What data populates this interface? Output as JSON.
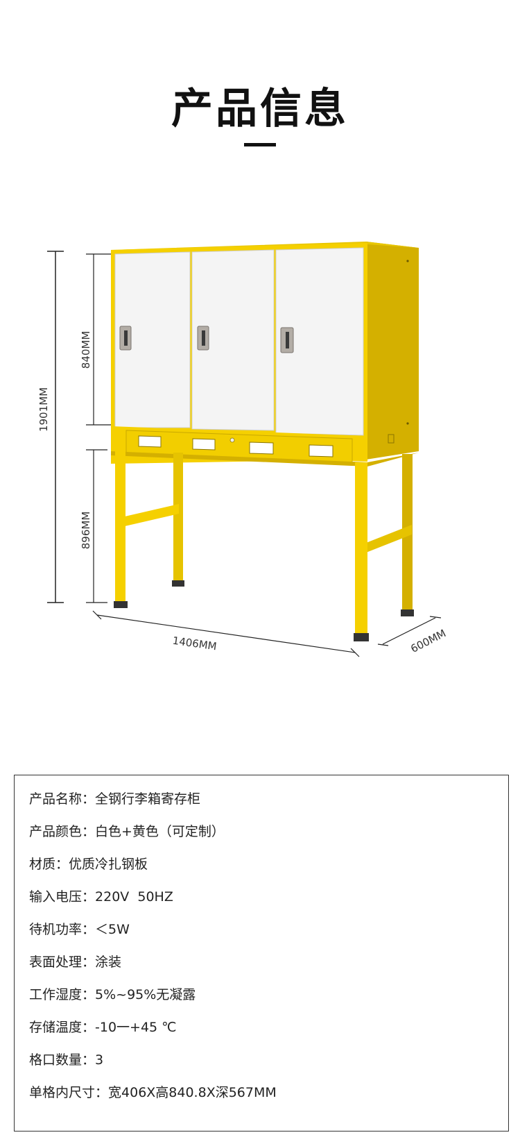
{
  "header": {
    "title": "产品信息"
  },
  "figure": {
    "dimensions": {
      "total_height": "1901MM",
      "cabinet_height": "840MM",
      "stand_height": "896MM",
      "width": "1406MM",
      "depth": "600MM"
    },
    "colors": {
      "frame_yellow": "#F5D000",
      "side_yellow": "#D4B000",
      "door_white": "#F4F4F4",
      "handle_gray": "#B3ADA6",
      "foot_black": "#333333"
    }
  },
  "specs": [
    {
      "label": "产品名称：",
      "value": "全钢行李箱寄存柜"
    },
    {
      "label": "产品颜色：",
      "value": "白色+黄色（可定制）"
    },
    {
      "label": "材质：",
      "value": "优质冷扎钢板"
    },
    {
      "label": "输入电压：",
      "value": "220V  50HZ"
    },
    {
      "label": "待机功率：",
      "value": "＜5W"
    },
    {
      "label": "表面处理：",
      "value": "涂装"
    },
    {
      "label": "工作湿度：",
      "value": "5%~95%无凝露"
    },
    {
      "label": "存储温度：",
      "value": "-10一+45 ℃"
    },
    {
      "label": "格口数量：",
      "value": "3"
    },
    {
      "label": "单格内尺寸：",
      "value": "宽406X高840.8X深567MM"
    }
  ]
}
